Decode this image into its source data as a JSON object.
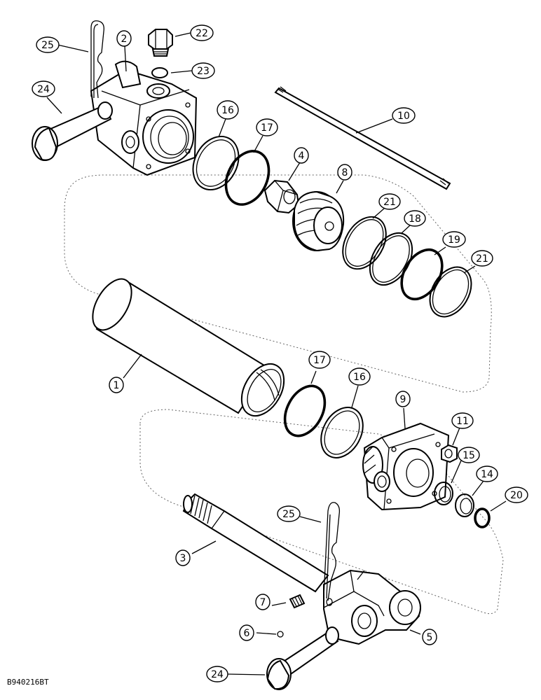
{
  "reference_code": "B940216BT",
  "callouts": [
    {
      "id": "c25a",
      "label": "25"
    },
    {
      "id": "c2",
      "label": "2"
    },
    {
      "id": "c22",
      "label": "22"
    },
    {
      "id": "c23",
      "label": "23"
    },
    {
      "id": "c24a",
      "label": "24"
    },
    {
      "id": "c16a",
      "label": "16"
    },
    {
      "id": "c17a",
      "label": "17"
    },
    {
      "id": "c10",
      "label": "10"
    },
    {
      "id": "c4",
      "label": "4"
    },
    {
      "id": "c8",
      "label": "8"
    },
    {
      "id": "c21a",
      "label": "21"
    },
    {
      "id": "c18",
      "label": "18"
    },
    {
      "id": "c19",
      "label": "19"
    },
    {
      "id": "c21b",
      "label": "21"
    },
    {
      "id": "c1",
      "label": "1"
    },
    {
      "id": "c17b",
      "label": "17"
    },
    {
      "id": "c16b",
      "label": "16"
    },
    {
      "id": "c9",
      "label": "9"
    },
    {
      "id": "c11",
      "label": "11"
    },
    {
      "id": "c15",
      "label": "15"
    },
    {
      "id": "c14",
      "label": "14"
    },
    {
      "id": "c20",
      "label": "20"
    },
    {
      "id": "c25b",
      "label": "25"
    },
    {
      "id": "c3",
      "label": "3"
    },
    {
      "id": "c7",
      "label": "7"
    },
    {
      "id": "c6",
      "label": "6"
    },
    {
      "id": "c5",
      "label": "5"
    },
    {
      "id": "c24b",
      "label": "24"
    }
  ]
}
